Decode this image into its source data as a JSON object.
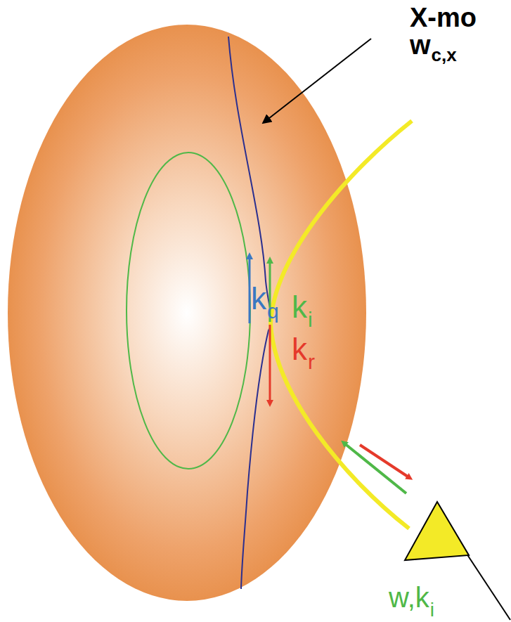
{
  "diagram": {
    "labels": [
      "X-mo",
      "w",
      "c,x",
      "k",
      "q",
      "k",
      "i",
      "k",
      "r",
      "w,k",
      "i"
    ]
  }
}
